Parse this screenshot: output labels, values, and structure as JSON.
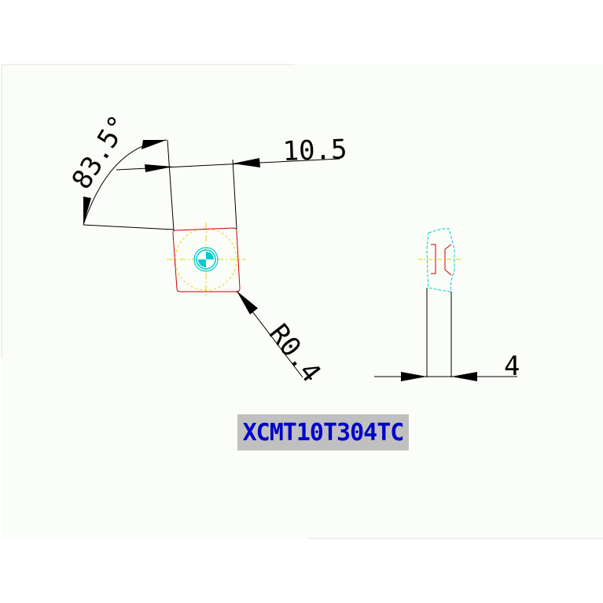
{
  "drawing": {
    "angle_dim": "83.5°",
    "length_dim": "10.5",
    "radius_dim": "R0.4",
    "thickness_dim": "4",
    "part_label": "XCMT10T304TC"
  },
  "colors": {
    "sheet": "#fbfdf9",
    "line": "#000000",
    "insert_outline": "#cc0000",
    "hole": "#00cccc",
    "centerline": "#e6d800",
    "label_bg": "#c0c0c0",
    "label_text": "#0000cc"
  }
}
